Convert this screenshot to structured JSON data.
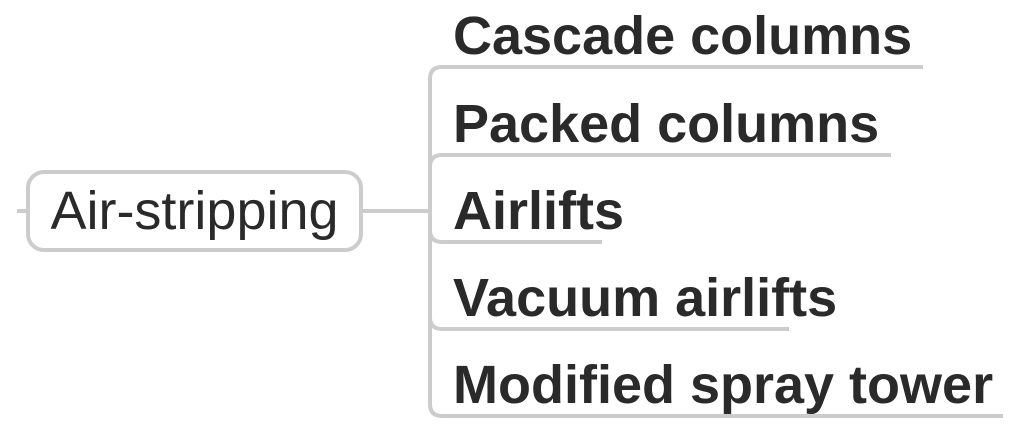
{
  "figure": {
    "type": "mind-map",
    "root": {
      "label": "Air-stripping"
    },
    "branches": [
      {
        "label": "Cascade columns"
      },
      {
        "label": "Packed columns"
      },
      {
        "label": "Airlifts"
      },
      {
        "label": "Vacuum airlifts"
      },
      {
        "label": "Modified spray tower"
      }
    ],
    "colors": {
      "line": "#cccccc",
      "text": "#2a2a2a",
      "background": "#ffffff"
    }
  }
}
